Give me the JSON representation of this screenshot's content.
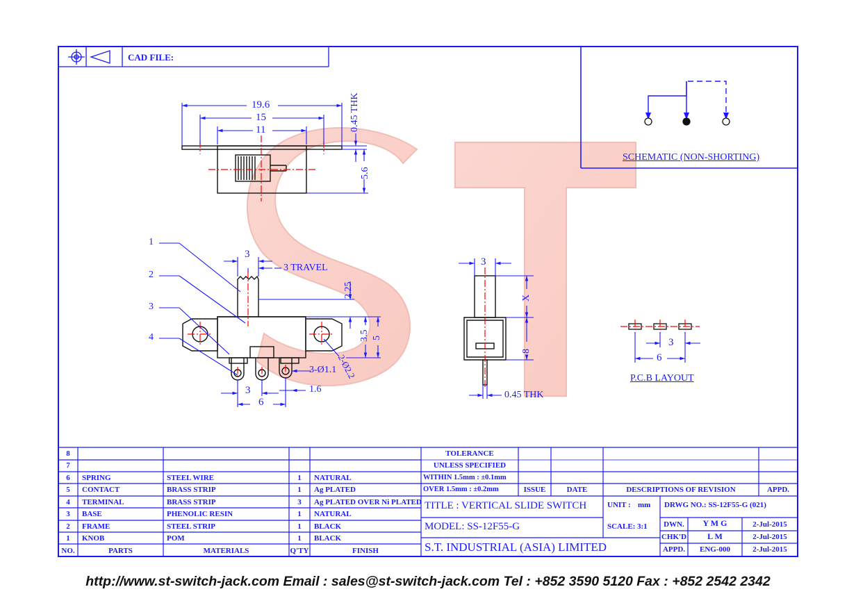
{
  "header": {
    "cad_file_label": "CAD FILE:"
  },
  "watermark": {
    "letters": "ST",
    "color": "#f08a7a"
  },
  "colors": {
    "line": "#1a1aff",
    "center": "#ff0000",
    "ink": "#111111"
  },
  "top_view": {
    "dim_overall": "19.6",
    "dim_body": "15",
    "dim_inner": "11",
    "dim_thk": "0.45 THK",
    "dim_height": "5.6"
  },
  "front_view": {
    "callouts": [
      "1",
      "2",
      "3",
      "4"
    ],
    "dim_knob": "3",
    "dim_travel": "3 TRAVEL",
    "dim_225": "2.25",
    "dim_35": "3.5",
    "dim_5": "5",
    "dim_holes": "3-Ø1.1",
    "dim_mount": "2-Ø2.2",
    "dim_pitch": "3",
    "dim_span": "6",
    "dim_pin": "1.6"
  },
  "side_view": {
    "dim_knob": "3",
    "dim_x": "X",
    "dim_8": "8",
    "dim_thk": "0.45 THK"
  },
  "pcb": {
    "dim_pitch": "3",
    "dim_span": "6",
    "label": "P.C.B LAYOUT"
  },
  "schematic": {
    "label": "SCHEMATIC (NON-SHORTING)"
  },
  "parts_table": {
    "empty_rows": [
      "8",
      "7"
    ],
    "rows": [
      {
        "no": "6",
        "part": "SPRING",
        "material": "STEEL WIRE",
        "qty": "1",
        "finish": "NATURAL"
      },
      {
        "no": "5",
        "part": "CONTACT",
        "material": "BRASS STRIP",
        "qty": "1",
        "finish": "Ag PLATED"
      },
      {
        "no": "4",
        "part": "TERMINAL",
        "material": "BRASS STRIP",
        "qty": "3",
        "finish": "Ag PLATED OVER Ni PLATED"
      },
      {
        "no": "3",
        "part": "BASE",
        "material": "PHENOLIC RESIN",
        "qty": "1",
        "finish": "NATURAL"
      },
      {
        "no": "2",
        "part": "FRAME",
        "material": "STEEL STRIP",
        "qty": "1",
        "finish": "BLACK"
      },
      {
        "no": "1",
        "part": "KNOB",
        "material": "POM",
        "qty": "1",
        "finish": "BLACK"
      }
    ],
    "headers": {
      "no": "NO.",
      "part": "PARTS",
      "material": "MATERIALS",
      "qty": "Q'TY",
      "finish": "FINISH"
    }
  },
  "tolerance": {
    "title": "TOLERANCE",
    "unless": "UNLESS  SPECIFIED",
    "within": "WITHIN 1.5mm : ±0.1mm",
    "over": "OVER 1.5mm : ±0.2mm"
  },
  "revision": {
    "issue": "ISSUE",
    "date": "DATE",
    "desc": "DESCRIPTIONS OF REVISION",
    "appd": "APPD."
  },
  "title_block": {
    "title": "TITLE : VERTICAL SLIDE SWITCH",
    "unit_label": "UNIT :",
    "unit": "mm",
    "drawing_no": "DRWG NO.: SS-12F55-G (021)",
    "model": "MODEL: SS-12F55-G",
    "scale_label": "SCALE:",
    "scale": "3:1",
    "company": "S.T.  INDUSTRIAL  (ASIA)  LIMITED",
    "dwn_label": "DWN.",
    "dwn": "Y M G",
    "dwn_date": "2-Jul-2015",
    "chk_label": "CHK'D",
    "chk": "L M",
    "chk_date": "2-Jul-2015",
    "appd_label": "APPD.",
    "appd": "ENG-000",
    "appd_date": "2-Jul-2015"
  },
  "footer": {
    "text": "http://www.st-switch-jack.com  Email : sales@st-switch-jack.com  Tel : +852 3590 5120  Fax : +852 2542 2342"
  }
}
